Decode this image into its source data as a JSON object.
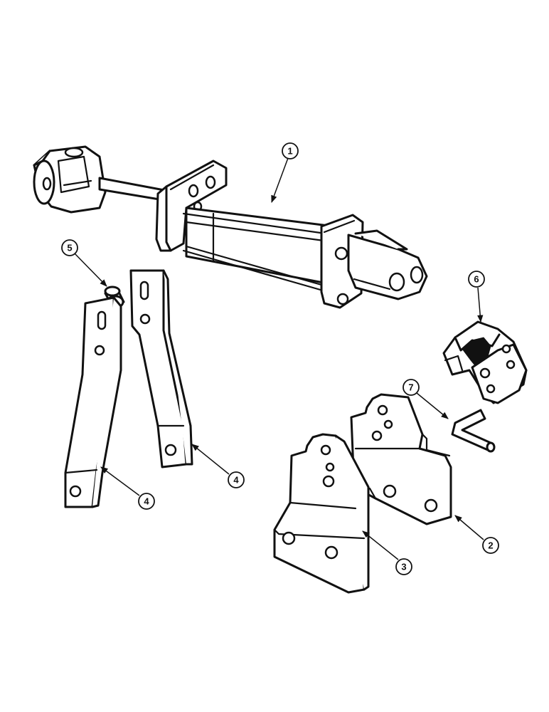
{
  "callouts": {
    "c1": "1",
    "c2": "2",
    "c3": "3",
    "c4a": "4",
    "c4b": "4",
    "c5": "5",
    "c6": "6",
    "c7": "7"
  },
  "colors": {
    "ink": "#111111",
    "background": "#ffffff"
  }
}
